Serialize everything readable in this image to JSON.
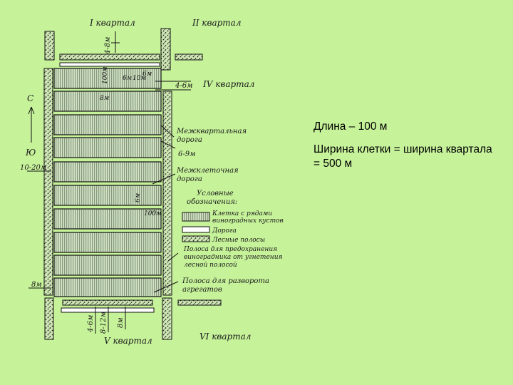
{
  "diagram": {
    "quarters": {
      "q1": "I квартал",
      "q2": "II квартал",
      "q4": "IV квартал",
      "q5": "V квартал",
      "q6": "VI квартал"
    },
    "compass": {
      "north": "С",
      "south": "Ю"
    },
    "dims": {
      "top_width": "4-8м",
      "right_width": "4-6м",
      "mid_width": "6-9м",
      "left_width": "10-20м",
      "bottom_left": "8м",
      "bottom_a": "4-6м",
      "bottom_b": "8-12м",
      "bottom_c": "8м",
      "in_cell_1": "100м",
      "in_cell_2": "6м",
      "in_cell_3": "10м",
      "in_cell_4": "6м",
      "in_cell_5": "8м",
      "in_cell_6": "6м",
      "in_cell_7": "100м"
    },
    "labels": {
      "inter_quarter_road": [
        "Межквартальная",
        "дорога"
      ],
      "inter_cell_road": [
        "Межклеточная",
        "дорога"
      ],
      "vineyard_protect": [
        "Полоса для предохранения",
        "виноградника от угнетения",
        "лесной полосой"
      ],
      "turn_strip": [
        "Полоса для разворота",
        "агрегатов"
      ]
    },
    "legend": {
      "title": [
        "Условные",
        "обозначения:"
      ],
      "items": [
        [
          "Клетка с рядами",
          "виноградных кустов"
        ],
        [
          "Дорога"
        ],
        [
          "Лесные полосы"
        ]
      ]
    }
  },
  "info": {
    "length": "Длина – 100 м",
    "width": "Ширина клетки = ширина квартала = 500 м"
  },
  "colors": {
    "background": "#c6f29a",
    "ink": "#1a1a1a",
    "cell_fill": "#d6e6c8"
  }
}
